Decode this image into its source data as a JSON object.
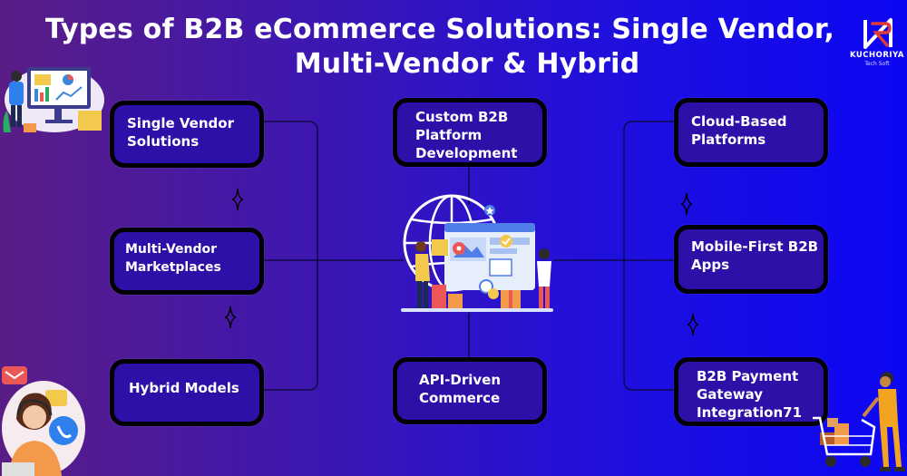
{
  "title": {
    "line1": "Types of B2B eCommerce Solutions: Single Vendor,",
    "line2": "Multi-Vendor & Hybrid"
  },
  "brand": {
    "name": "KUCHORIYA",
    "sub": "Tech Soft",
    "colors": {
      "accent": "#e23a3a",
      "mark": "#ffffff"
    }
  },
  "nodes": {
    "single_vendor": "Single Vendor\nSolutions",
    "multi_vendor": "Multi-Vendor\nMarketplaces",
    "hybrid": "Hybrid Models",
    "custom_platform": "Custom B2B\nPlatform\nDevelopment",
    "api_driven": "API-Driven\nCommerce",
    "cloud_based": "Cloud-Based\nPlatforms",
    "mobile_first": "Mobile-First B2B\nApps",
    "payment_gateway": "B2B Payment\nGateway\nIntegration71"
  },
  "colors": {
    "bg_left": "#5a1d86",
    "bg_right": "#0c06f2",
    "box_fill": "#2c10a8",
    "box_border": "#000000",
    "text": "#ffffff"
  },
  "icons": [
    "analytics-dashboard-illustration",
    "customer-support-illustration",
    "shopping-cart-illustration",
    "ecommerce-globe-illustration",
    "sparkle-icon"
  ]
}
